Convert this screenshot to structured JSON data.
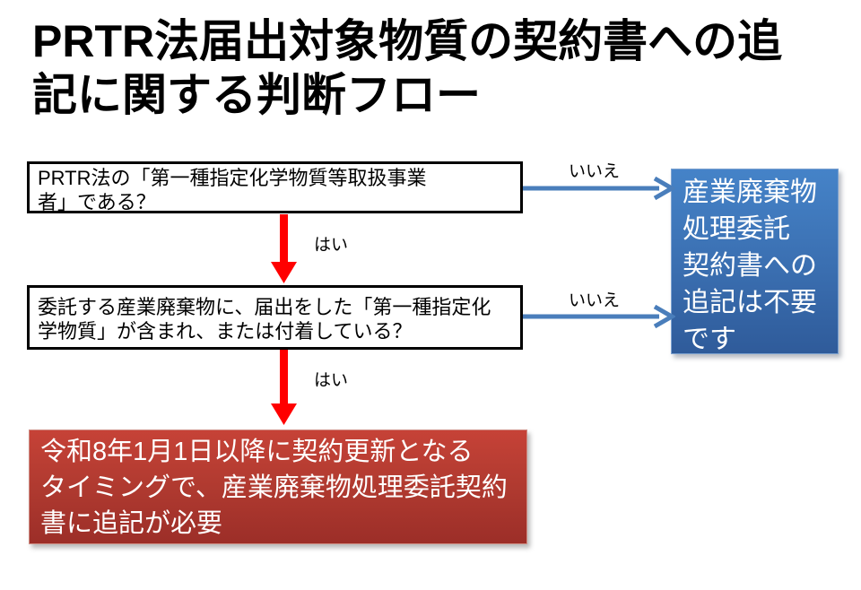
{
  "title": {
    "lines": [
      "PRTR法届出対象物質の契約書への追",
      "記に関する判断フロー"
    ]
  },
  "flow": {
    "question1": {
      "lines": [
        "PRTR法の「第一種指定化学物質等取扱事業",
        "者」である？"
      ]
    },
    "question2": {
      "lines": [
        "委託する産業廃棄物に、届出をした「第一種指定化",
        "学物質」が含まれ、または付着している？"
      ]
    },
    "no_result": {
      "lines": [
        "産業廃棄物",
        "処理委託",
        "契約書への",
        "追記は不要",
        "です"
      ]
    },
    "yes_result": {
      "lines": [
        "令和8年1月1日以降に契約更新となる",
        "タイミングで、産業廃棄物処理委託契約",
        "書に追記が必要"
      ]
    },
    "labels": {
      "yes": "はい",
      "no": "いいえ"
    }
  },
  "colors": {
    "yes_arrow": "#FF0000",
    "no_arrow": "#4A7EBB",
    "no_box_gradient_top": "#4583C8",
    "no_box_gradient_bottom": "#2F5B9A",
    "yes_box_gradient_top": "#C64237",
    "yes_box_gradient_bottom": "#9C2E28",
    "question_box_border": "#000000"
  }
}
